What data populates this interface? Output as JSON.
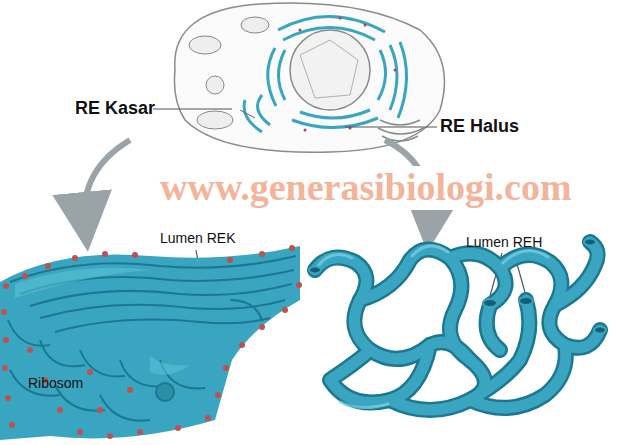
{
  "diagram": {
    "labels": [
      "RE Kasar",
      "RE Halus",
      "www.generasibiologi.com",
      "Lumen REK",
      "Lumen REH",
      "Ribosom"
    ]
  }
}
